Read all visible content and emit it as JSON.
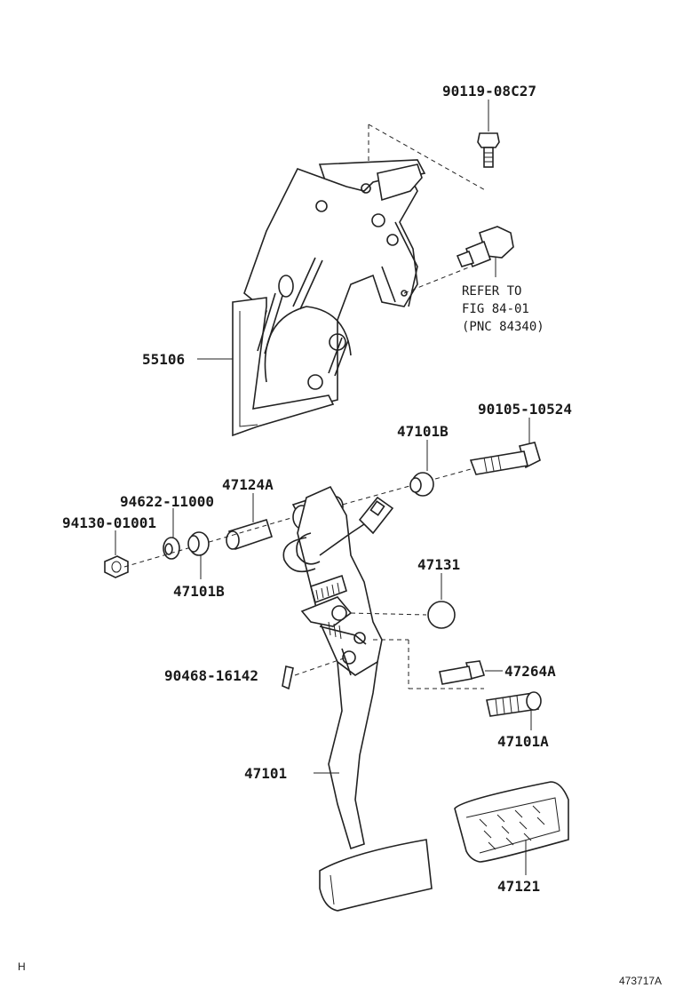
{
  "parts": {
    "bolt_top": "90119-08C27",
    "stop_light_switch_note": [
      "REFER TO",
      "FIG 84-01",
      "(PNC 84340)"
    ],
    "support_bracket": "55106",
    "bolt_pivot": "90105-10524",
    "bushing_right": "47101B",
    "collar": "47124A",
    "washer": "94622-11000",
    "nut": "94130-01001",
    "bushing_left": "47101B",
    "stopper": "47131",
    "clip": "90468-16142",
    "bolt_small": "47264A",
    "spring": "47101A",
    "pedal_arm": "47101",
    "pedal_pad": "47121"
  },
  "footer": {
    "left_mark": "H",
    "figure_id": "473717A"
  }
}
